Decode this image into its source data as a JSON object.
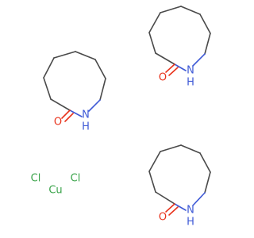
{
  "colors": {
    "bond": "#4a4a4a",
    "oxygen": "#e8331c",
    "nitrogen": "#3f5ad6",
    "chlorine": "#3aa34a",
    "copper": "#3aa34a"
  },
  "molecules": [
    {
      "oxygen_label": "O",
      "nitrogen_label": "N",
      "hydrogen_label": "H"
    },
    {
      "oxygen_label": "O",
      "nitrogen_label": "N",
      "hydrogen_label": "H"
    },
    {
      "oxygen_label": "O",
      "nitrogen_label": "N",
      "hydrogen_label": "H"
    }
  ],
  "salt": {
    "chlorine_left": "Cl",
    "chlorine_right": "Cl",
    "metal": "Cu"
  }
}
